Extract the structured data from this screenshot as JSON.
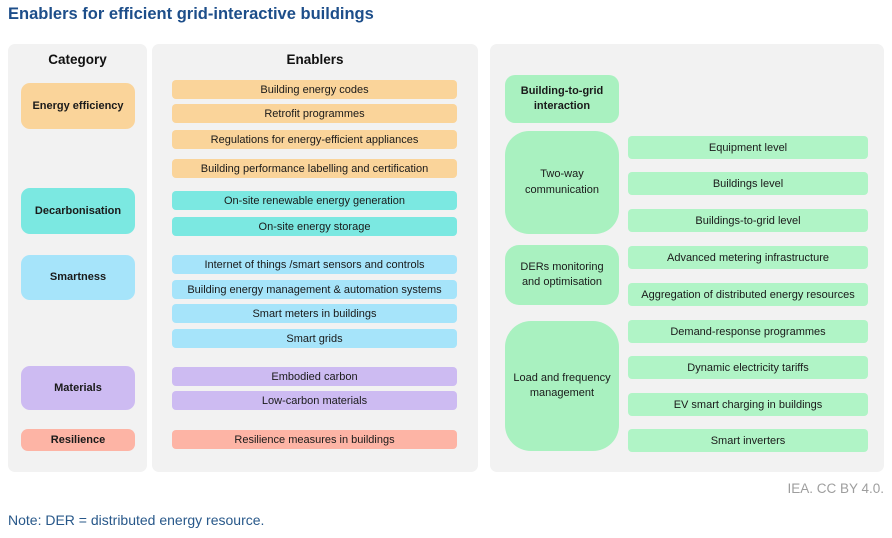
{
  "title": "Enablers for efficient grid-interactive buildings",
  "colors": {
    "energy_efficiency": "#fad49a",
    "decarbonisation": "#7be8e1",
    "smartness": "#a6e4fa",
    "materials": "#cdbbf2",
    "resilience": "#fdb4a5",
    "grid_green": "#a9f1c0",
    "grid_green_bar": "#b0f4c6",
    "panel_background": "#f2f2f2",
    "title_blue": "#1d4e8a",
    "note_blue": "#28588a",
    "attribution_gray": "#9e9e9e"
  },
  "left_panel": {
    "header": "Category",
    "categories": [
      {
        "label": "Energy efficiency",
        "color": "#fad49a"
      },
      {
        "label": "Decarbonisation",
        "color": "#7be8e1"
      },
      {
        "label": "Smartness",
        "color": "#a6e4fa"
      },
      {
        "label": "Materials",
        "color": "#cdbbf2"
      },
      {
        "label": "Resilience",
        "color": "#fdb4a5"
      }
    ]
  },
  "middle_panel": {
    "header": "Enablers",
    "bars": [
      {
        "label": "Building energy codes",
        "category": "Energy efficiency"
      },
      {
        "label": "Retrofit programmes",
        "category": "Energy efficiency"
      },
      {
        "label": "Regulations for energy-efficient appliances",
        "category": "Energy efficiency"
      },
      {
        "label": "Building performance labelling and certification",
        "category": "Energy efficiency"
      },
      {
        "label": "On-site renewable energy generation",
        "category": "Decarbonisation"
      },
      {
        "label": "On-site energy storage",
        "category": "Decarbonisation"
      },
      {
        "label": "Internet of things /smart sensors and controls",
        "category": "Smartness"
      },
      {
        "label": "Building energy management & automation systems",
        "category": "Smartness"
      },
      {
        "label": "Smart meters in buildings",
        "category": "Smartness"
      },
      {
        "label": "Smart grids",
        "category": "Smartness"
      },
      {
        "label": "Embodied carbon",
        "category": "Materials"
      },
      {
        "label": "Low-carbon materials",
        "category": "Materials"
      },
      {
        "label": "Resilience measures in buildings",
        "category": "Resilience"
      }
    ]
  },
  "right_panel": {
    "header_box": "Building-to-grid interaction",
    "groups": [
      {
        "label": "Two-way communication",
        "bars": [
          "Equipment level",
          "Buildings level",
          "Buildings-to-grid level"
        ]
      },
      {
        "label": "DERs monitoring and optimisation",
        "bars": [
          "Advanced metering infrastructure",
          "Aggregation of distributed energy resources"
        ]
      },
      {
        "label": "Load and frequency management",
        "bars": [
          "Demand-response programmes",
          "Dynamic electricity tariffs",
          "EV smart charging in buildings",
          "Smart inverters"
        ]
      }
    ]
  },
  "footer": {
    "attribution": "IEA. CC BY 4.0.",
    "note": "Note: DER = distributed energy resource."
  }
}
